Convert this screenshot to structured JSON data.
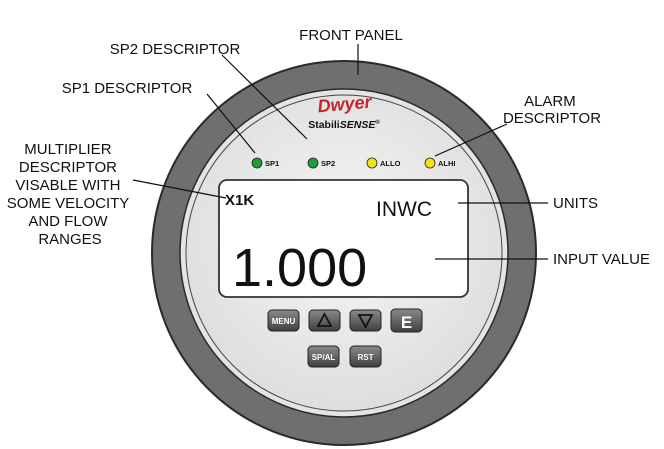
{
  "callouts": {
    "front_panel": "FRONT PANEL",
    "sp2_descriptor": "SP2 DESCRIPTOR",
    "sp1_descriptor": "SP1 DESCRIPTOR",
    "alarm_descriptor": [
      "ALARM",
      "DESCRIPTOR"
    ],
    "multiplier_descriptor": [
      "MULTIPLIER",
      "DESCRIPTOR",
      "VISABLE WITH",
      "SOME VELOCITY",
      "AND FLOW",
      "RANGES"
    ],
    "units": "UNITS",
    "input_value": "INPUT VALUE"
  },
  "panel": {
    "brand": "Dwyer",
    "product_prefix": "Stabili",
    "product_suffix": "SENSE",
    "trademark": "®",
    "indicators": [
      {
        "label": "SP1",
        "color": "#1f9a3c"
      },
      {
        "label": "SP2",
        "color": "#1f9a3c"
      },
      {
        "label": "ALLO",
        "color": "#f2e21a"
      },
      {
        "label": "ALHI",
        "color": "#f2e21a"
      }
    ]
  },
  "display": {
    "multiplier": "X1K",
    "units": "INWC",
    "value": "1.000"
  },
  "buttons": {
    "menu": "MENU",
    "up_icon": "triangle-up",
    "down_icon": "triangle-down",
    "enter": "E",
    "sp_al": "SP/AL",
    "rst": "RST"
  },
  "colors": {
    "outer_ring": "#6f6f6f",
    "face": "#ececec",
    "lcd": "#ffffff",
    "button": "#5a5a5a",
    "brand_red": "#c8242b"
  }
}
